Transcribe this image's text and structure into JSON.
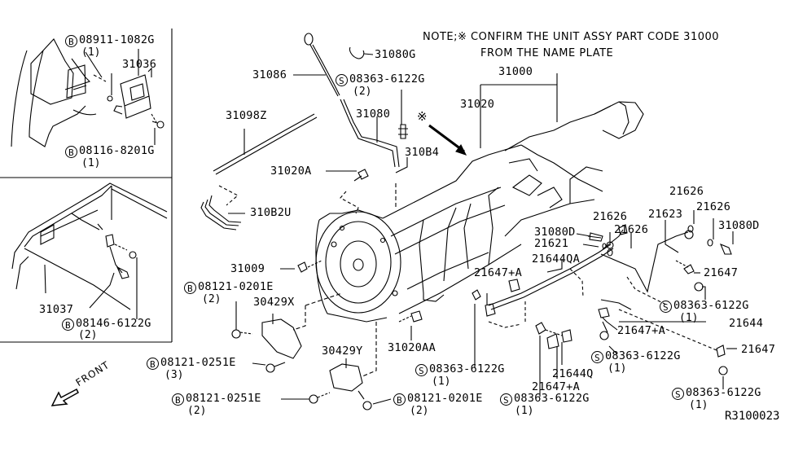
{
  "note": {
    "line1_prefix": "NOTE;",
    "symbol": "※",
    "line1": "CONFIRM THE UNIT ASSY PART CODE  31000",
    "line2": "FROM THE NAME PLATE"
  },
  "diagram_ref": "R3100023",
  "front_label": "FRONT",
  "inset_top": {
    "parts": [
      {
        "prefix": "B",
        "number": "08911-1082G",
        "qty": "(1)"
      },
      {
        "number": "31036"
      },
      {
        "prefix": "B",
        "number": "08116-8201G",
        "qty": "(1)"
      }
    ]
  },
  "inset_bottom": {
    "parts": [
      {
        "number": "31037"
      },
      {
        "prefix": "B",
        "number": "08146-6122G",
        "qty": "(2)"
      }
    ]
  },
  "parts": {
    "p31080G": "31080G",
    "p31086": "31086",
    "s08363_top": {
      "prefix": "S",
      "number": "08363-6122G",
      "qty": "(2)"
    },
    "p31000": "31000",
    "p31020": "31020",
    "p31098Z": "31098Z",
    "p31080": "31080",
    "p310B4": "310B4",
    "p31020A": "31020A",
    "p310B2U": "310B2U",
    "p31009": "31009",
    "b08121_0201E_left": {
      "prefix": "B",
      "number": "08121-0201E",
      "qty": "(2)"
    },
    "p30429X": "30429X",
    "b08121_0251E_3": {
      "prefix": "B",
      "number": "08121-0251E",
      "qty": "(3)"
    },
    "p30429Y": "30429Y",
    "b08121_0251E_2": {
      "prefix": "B",
      "number": "08121-0251E",
      "qty": "(2)"
    },
    "b08121_0201E_bottom": {
      "prefix": "B",
      "number": "08121-0201E",
      "qty": "(2)"
    },
    "p31020AA": "31020AA",
    "s08363_mid": {
      "prefix": "S",
      "number": "08363-6122G",
      "qty": "(1)"
    },
    "s08363_bottom": {
      "prefix": "S",
      "number": "08363-6122G",
      "qty": "(1)"
    },
    "p21644Q": "21644Q",
    "p21647A_low": "21647+A",
    "p21647A_mid": "21647+A",
    "p21647A_right": "21647+A",
    "p21644QA": "21644QA",
    "p21621": "21621",
    "p31080D_left": "31080D",
    "p21626_a": "21626",
    "p21626_b": "21626",
    "p21626_c": "21626",
    "p21626_d": "21626",
    "p21623": "21623",
    "p31080D_right": "31080D",
    "p21647_upper": "21647",
    "s08363_right1": {
      "prefix": "S",
      "number": "08363-6122G",
      "qty": "(1)"
    },
    "p21644": "21644",
    "s08363_right2": {
      "prefix": "S",
      "number": "08363-6122G",
      "qty": "(1)"
    },
    "p21647_lower": "21647",
    "s08363_right3": {
      "prefix": "S",
      "number": "08363-6122G",
      "qty": "(1)"
    }
  }
}
